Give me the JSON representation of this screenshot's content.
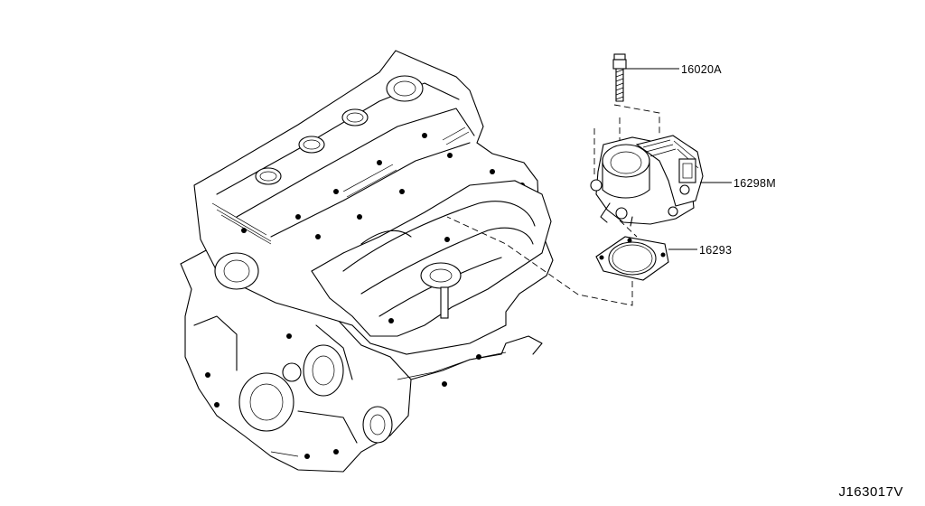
{
  "diagram": {
    "parts": [
      {
        "number": "16020A",
        "name_icon": "bolt-icon"
      },
      {
        "number": "16298M",
        "name_icon": "throttle-body-icon"
      },
      {
        "number": "16293",
        "name_icon": "gasket-icon"
      }
    ],
    "assembly_icon": "engine-assembly-icon",
    "diagram_code": "J163017V"
  }
}
